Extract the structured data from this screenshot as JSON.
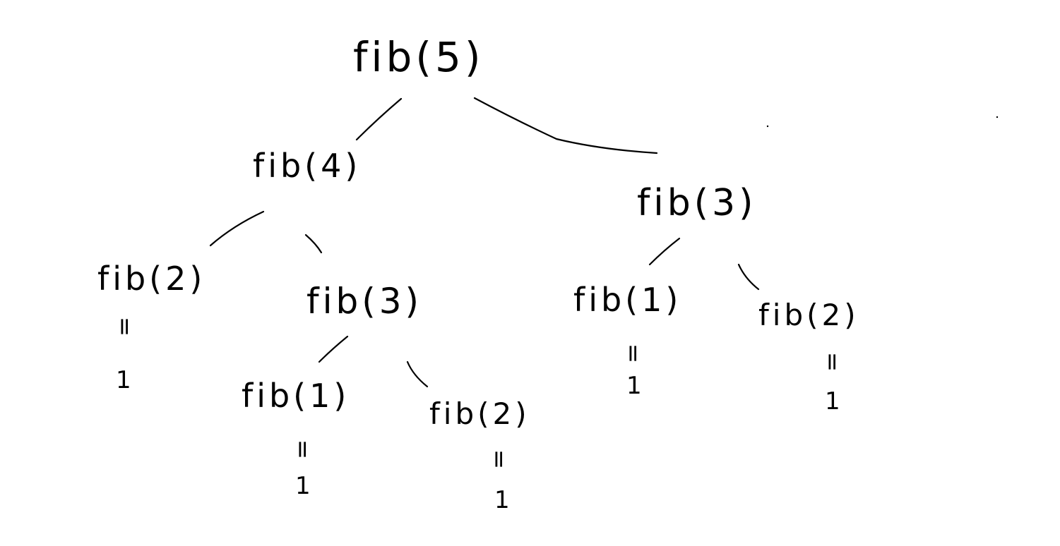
{
  "diagram": {
    "ink_color": "#000000",
    "background_color": "#ffffff",
    "nodes": [
      {
        "id": "n-root",
        "label": "fib(5)"
      },
      {
        "id": "n-l",
        "label": "fib(4)"
      },
      {
        "id": "n-r",
        "label": "fib(3)"
      },
      {
        "id": "n-ll",
        "label": "fib(2)",
        "result": "1"
      },
      {
        "id": "n-lr",
        "label": "fib(3)"
      },
      {
        "id": "n-lrl",
        "label": "fib(1)",
        "result": "1"
      },
      {
        "id": "n-lrr",
        "label": "fib(2)",
        "result": "1"
      },
      {
        "id": "n-rl",
        "label": "fib(1)",
        "result": "1"
      },
      {
        "id": "n-rr",
        "label": "fib(2)",
        "result": "1"
      }
    ],
    "equals_sign": "=",
    "edges": [
      {
        "from": "n-root",
        "to": "n-l"
      },
      {
        "from": "n-root",
        "to": "n-r"
      },
      {
        "from": "n-l",
        "to": "n-ll"
      },
      {
        "from": "n-l",
        "to": "n-lr"
      },
      {
        "from": "n-lr",
        "to": "n-lrl"
      },
      {
        "from": "n-lr",
        "to": "n-lrr"
      },
      {
        "from": "n-r",
        "to": "n-rl"
      },
      {
        "from": "n-r",
        "to": "n-rr"
      }
    ]
  }
}
